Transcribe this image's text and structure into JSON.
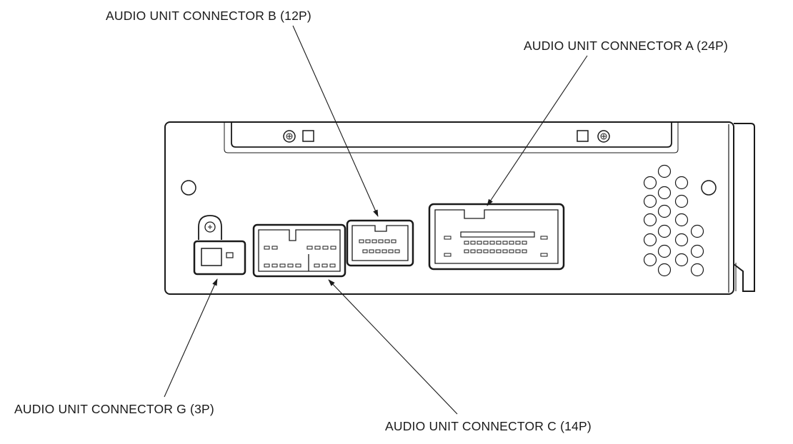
{
  "labels": {
    "connector_b": "AUDIO UNIT CONNECTOR B (12P)",
    "connector_a": "AUDIO UNIT CONNECTOR A (24P)",
    "connector_g": "AUDIO UNIT CONNECTOR G (3P)",
    "connector_c": "AUDIO UNIT CONNECTOR C (14P)"
  },
  "colors": {
    "line": "#1a1a1a",
    "background": "#ffffff"
  }
}
